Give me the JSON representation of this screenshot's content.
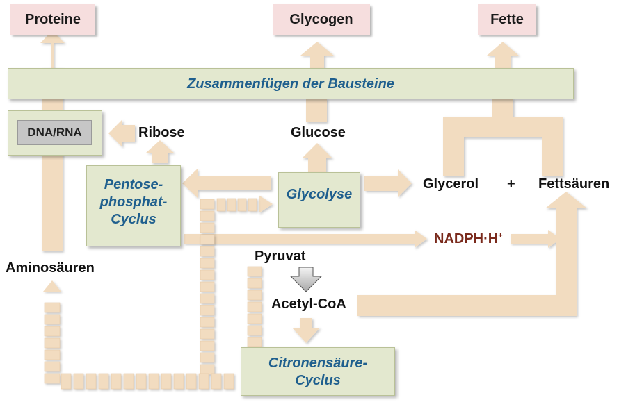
{
  "products": {
    "proteine": "Proteine",
    "glycogen": "Glycogen",
    "fette": "Fette"
  },
  "assembly_bar": "Zusammenfügen der Bausteine",
  "boxes": {
    "dna_rna": "DNA/RNA",
    "pentose_line1": "Pentose-",
    "pentose_line2": "phosphat-",
    "pentose_line3": "Cyclus",
    "glycolyse": "Glycolyse",
    "citrat_line1": "Citronensäure-",
    "citrat_line2": "Cyclus"
  },
  "labels": {
    "ribose": "Ribose",
    "glucose": "Glucose",
    "glycerol": "Glycerol",
    "plus": "+",
    "fettsaeuren": "Fettsäuren",
    "nadph": "NADPH·H",
    "nadph_sup": "+",
    "pyruvat": "Pyruvat",
    "acetyl_coa": "Acetyl-CoA",
    "aminosaeuren": "Aminosäuren"
  },
  "colors": {
    "arrow": "#f2dcc0",
    "arrow_border": "#e6c9a6",
    "box_green": "#e3e8cf",
    "box_pink": "#f6dede",
    "process_text": "#1f5f8e",
    "nadph_text": "#7a2a1c"
  }
}
